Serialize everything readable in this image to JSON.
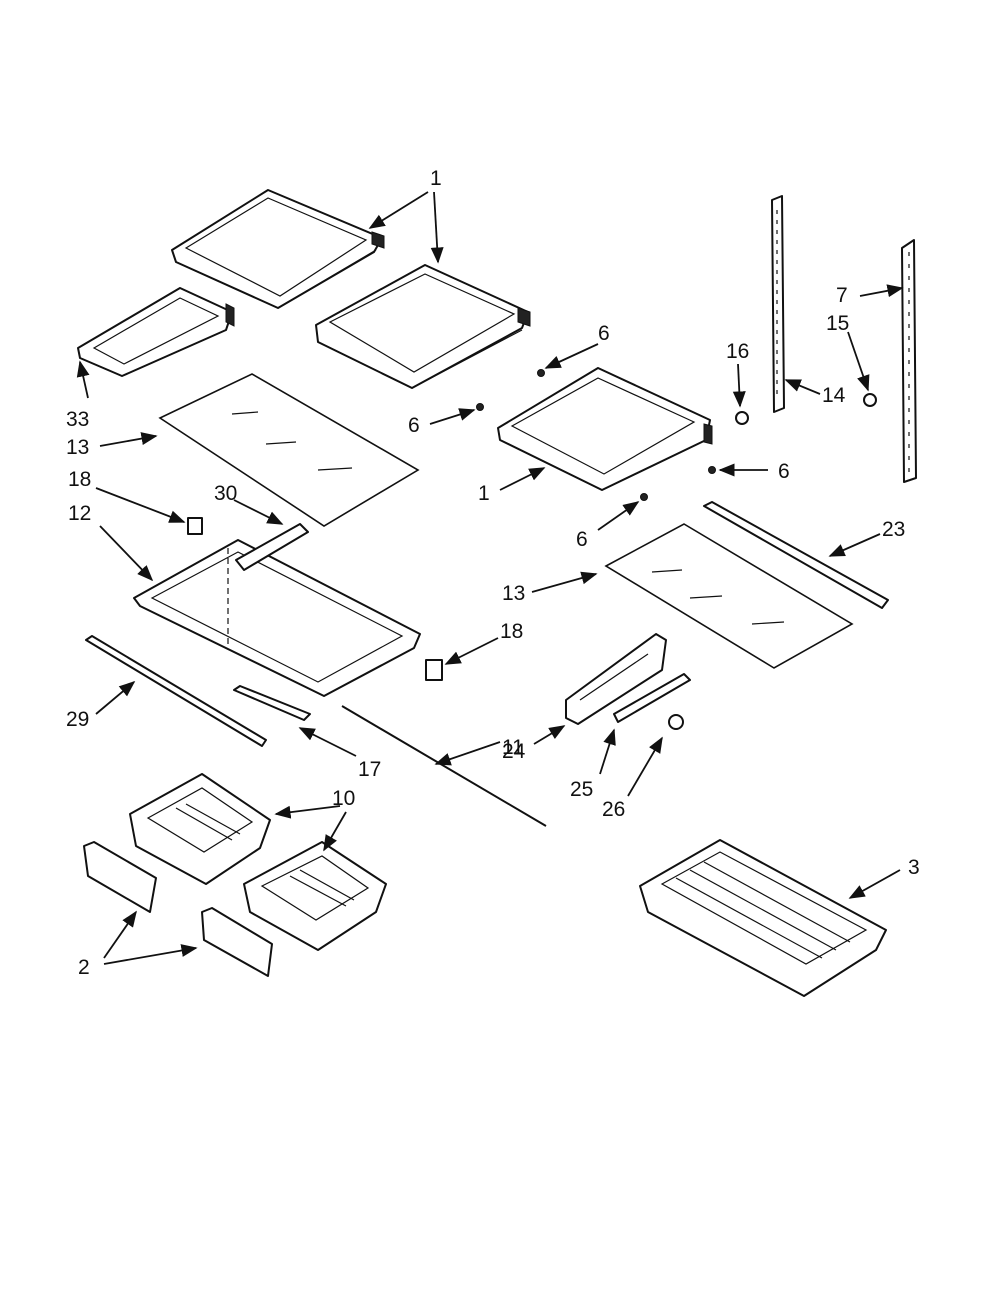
{
  "diagram": {
    "callouts": {
      "c1": "1",
      "c2": "2",
      "c3": "3",
      "c6": "6",
      "c7": "7",
      "c10": "10",
      "c11": "11",
      "c12": "12",
      "c13": "13",
      "c14": "14",
      "c15": "15",
      "c16": "16",
      "c17": "17",
      "c18": "18",
      "c23": "23",
      "c24": "24",
      "c25": "25",
      "c26": "26",
      "c29": "29",
      "c30": "30",
      "c33": "33"
    }
  }
}
